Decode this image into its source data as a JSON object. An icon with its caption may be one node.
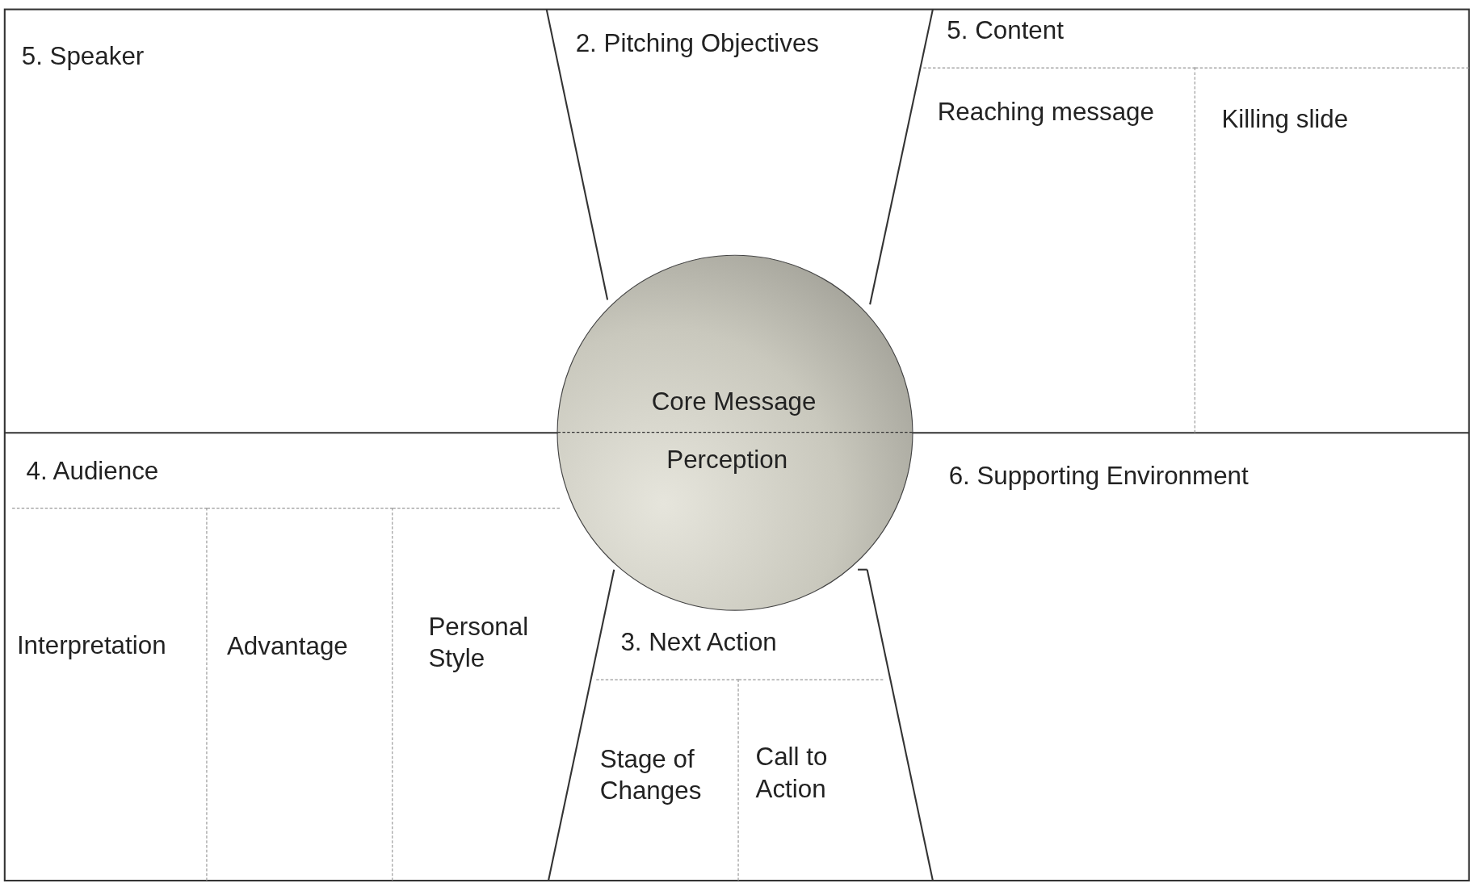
{
  "diagram": {
    "nodes": [
      {
        "text": [
          "5. Speaker"
        ]
      },
      {
        "text": [
          "2. Pitching Objectives"
        ]
      },
      {
        "text": [
          "5. Content"
        ]
      },
      {
        "text": [
          "Reaching message"
        ],
        "in": 2
      },
      {
        "text": [
          "Killing slide"
        ],
        "in": 2
      },
      {
        "text": [
          "4. Audience"
        ]
      },
      {
        "text": [
          "Interpretation"
        ],
        "in": 5
      },
      {
        "text": [
          "Advantage"
        ],
        "in": 5
      },
      {
        "text": [
          "Personal Style"
        ],
        "in": 5
      },
      {
        "text": [
          "Core Message",
          "Perception"
        ]
      },
      {
        "text": [
          "3. Next Action"
        ]
      },
      {
        "text": [
          "Stage of Changes"
        ],
        "in": 10
      },
      {
        "text": [
          "Call to Action"
        ],
        "in": 10
      },
      {
        "text": [
          "6. Supporting Environment"
        ]
      }
    ]
  }
}
